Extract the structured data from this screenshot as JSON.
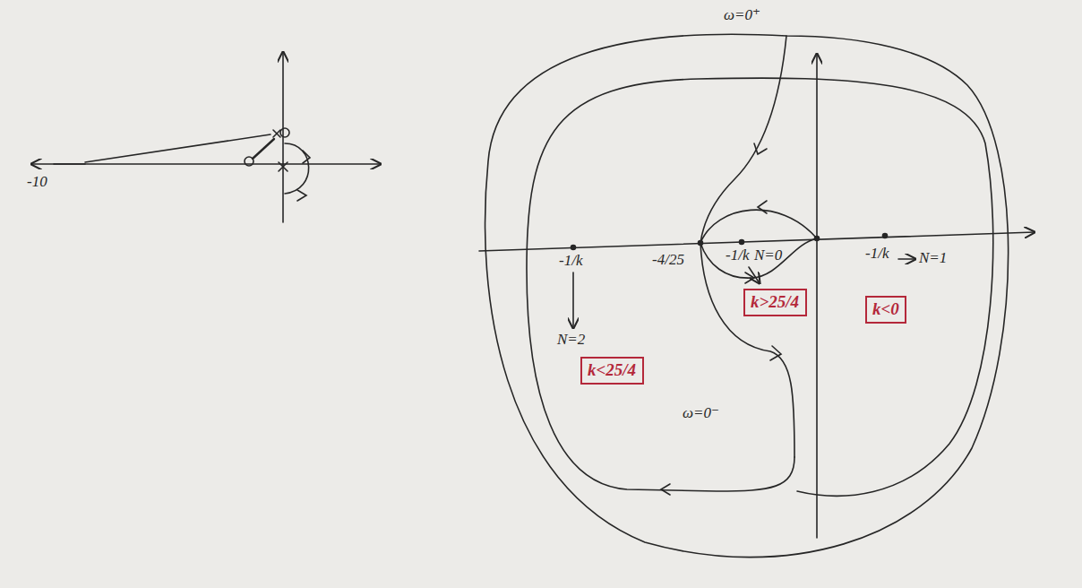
{
  "diagram": {
    "nodes": [
      {
        "text": [
          "k<25/4"
        ]
      },
      {
        "text": [
          "k>25/4"
        ]
      },
      {
        "text": [
          "k<0"
        ]
      }
    ],
    "labels": [
      "ω=0⁺",
      "-1/k",
      "N=2",
      "-4/25",
      "-1/k",
      "N=0",
      "-1/k",
      "N=1",
      "ω=0⁻",
      "-10"
    ]
  }
}
